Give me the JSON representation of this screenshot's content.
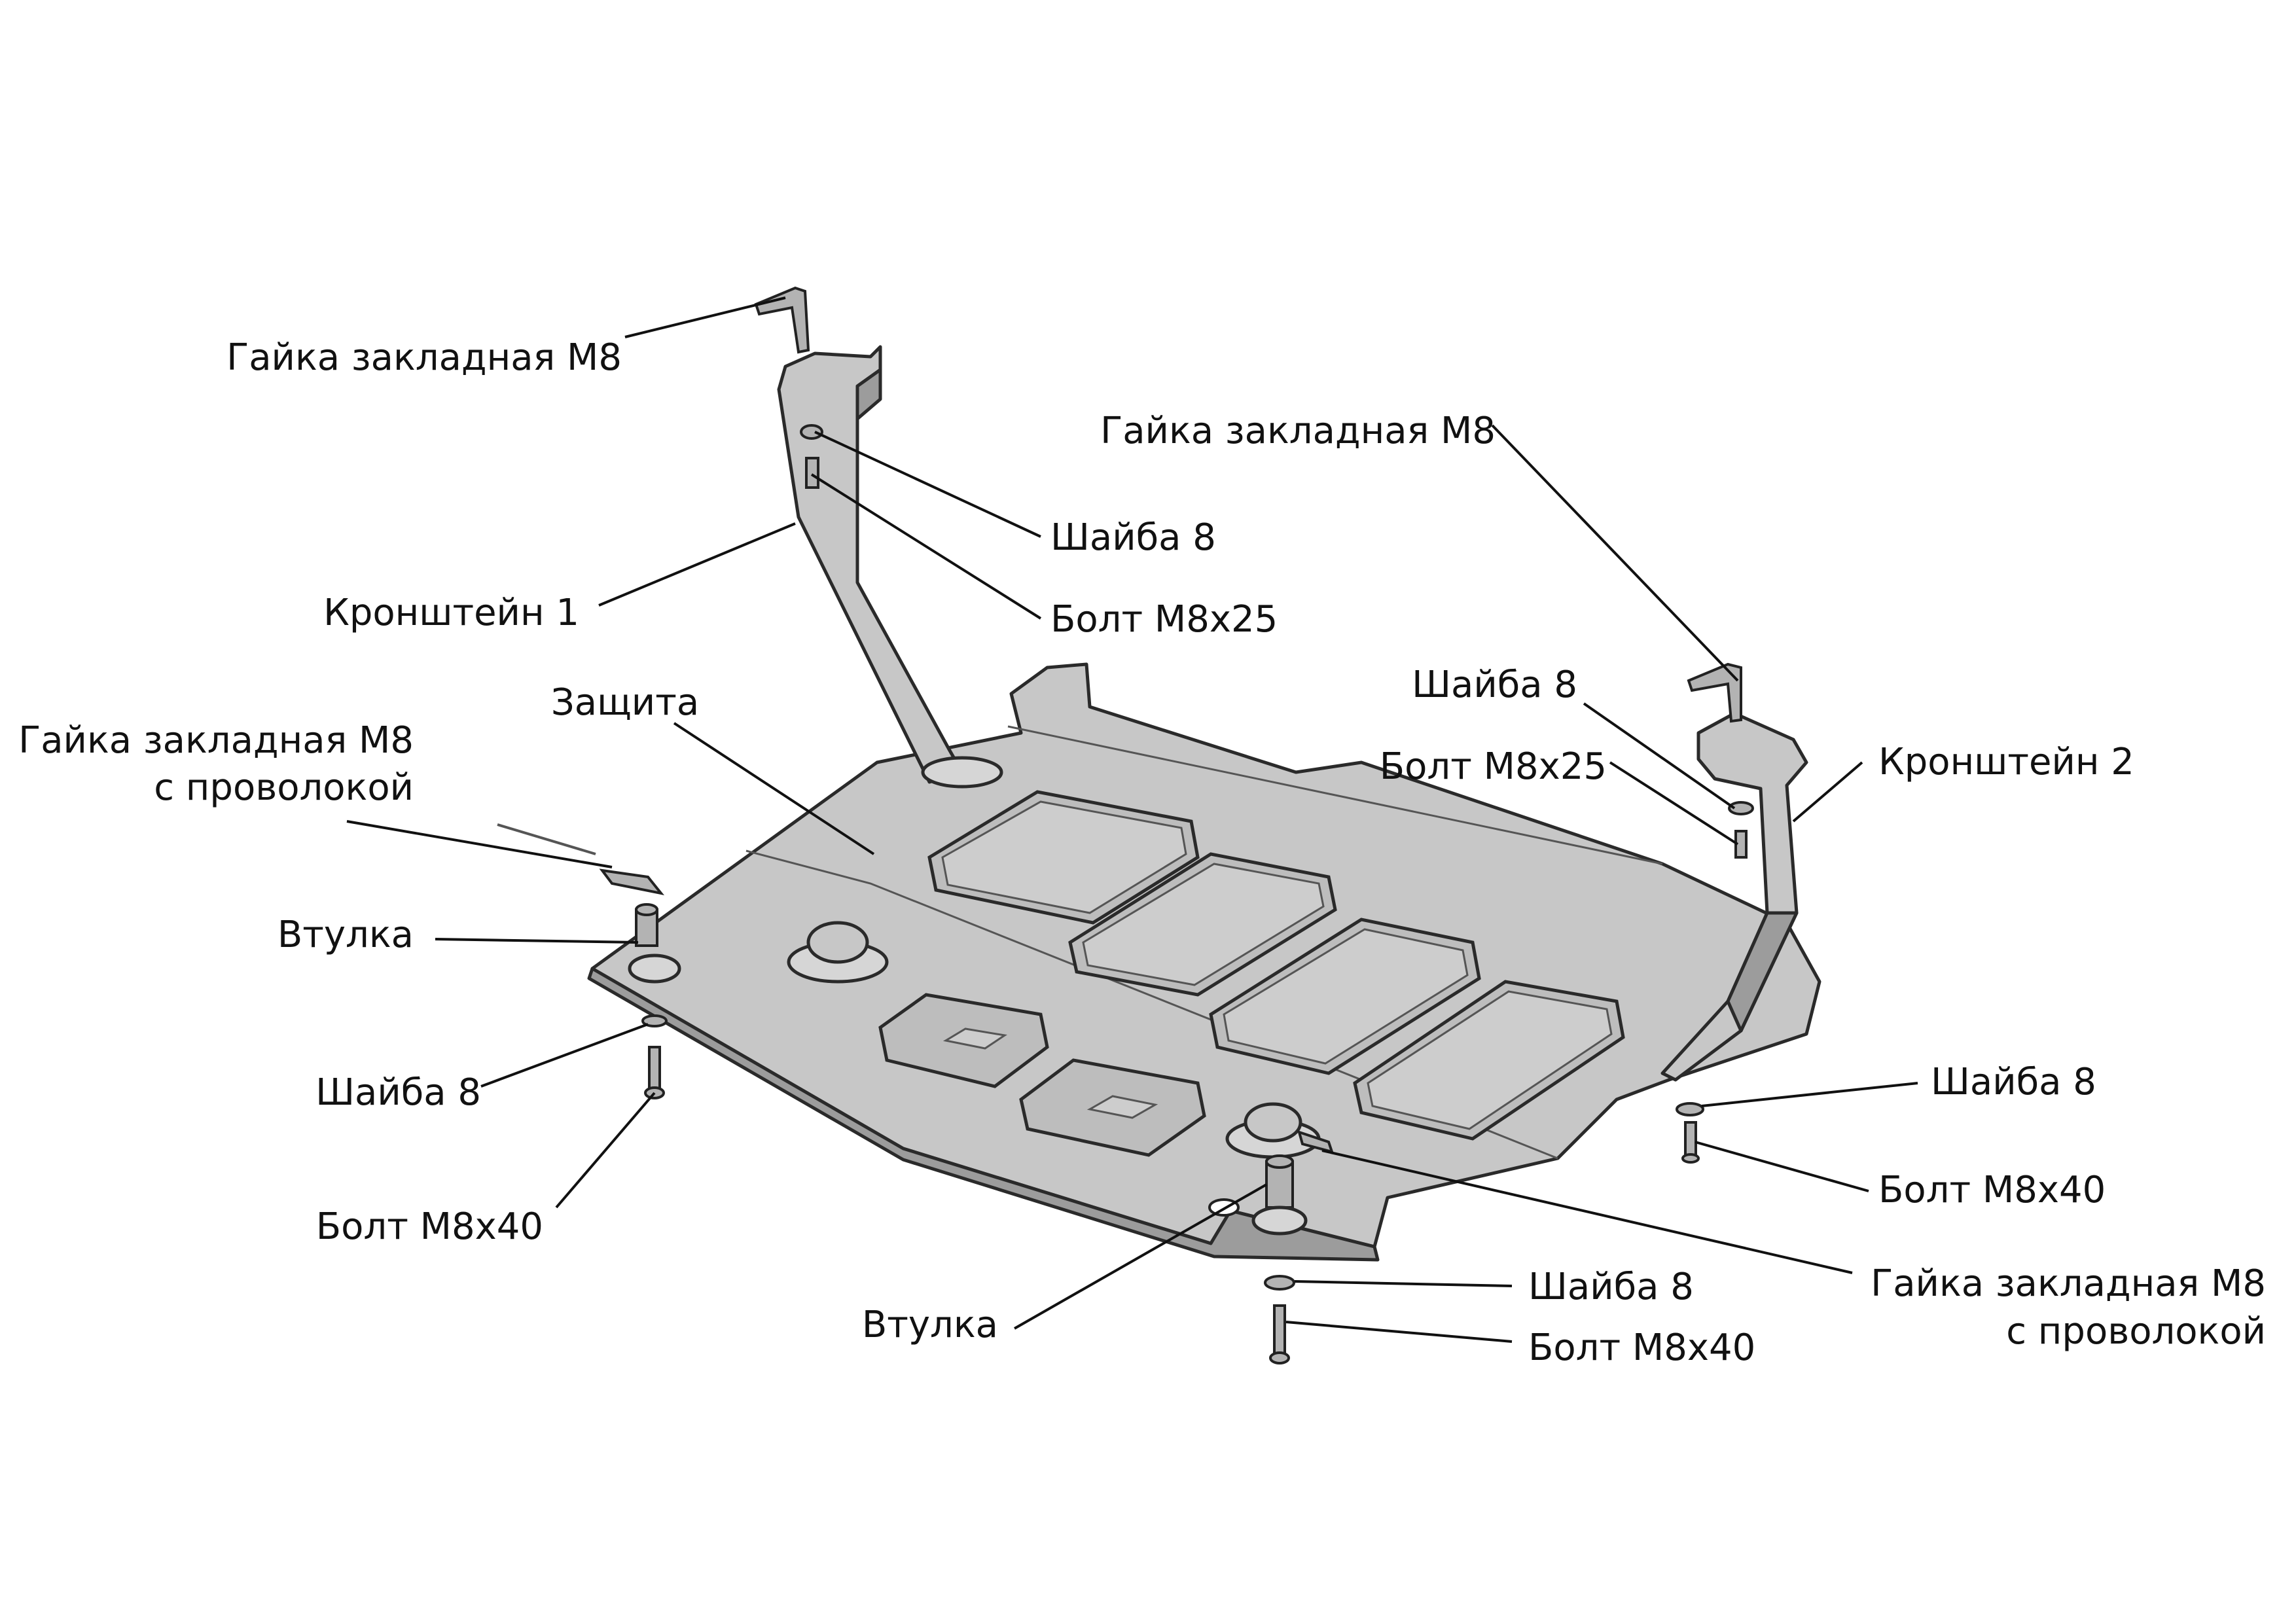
{
  "labels": {
    "nut_top_left": "Гайка закладная М8",
    "washer_top_left": "Шайба 8",
    "bracket_1": "Кронштейн 1",
    "bolt_top_left": "Болт М8х25",
    "nut_top_right": "Гайка закладная М8",
    "washer_right_upper": "Шайба 8",
    "bolt_right_upper": "Болт М8х25",
    "bracket_2": "Кронштейн 2",
    "guard": "Защита",
    "nut_wire_left_line1": "Гайка закладная М8",
    "nut_wire_left_line2": "с проволокой",
    "sleeve_left": "Втулка",
    "washer_left_lower": "Шайба 8",
    "bolt_left_lower": "Болт М8х40",
    "washer_right_lower": "Шайба 8",
    "bolt_right_lower": "Болт М8х40",
    "sleeve_bottom": "Втулка",
    "washer_bottom": "Шайба 8",
    "bolt_bottom": "Болт М8х40",
    "nut_wire_right_line1": "Гайка закладная М8",
    "nut_wire_right_line2": "с проволокой"
  }
}
